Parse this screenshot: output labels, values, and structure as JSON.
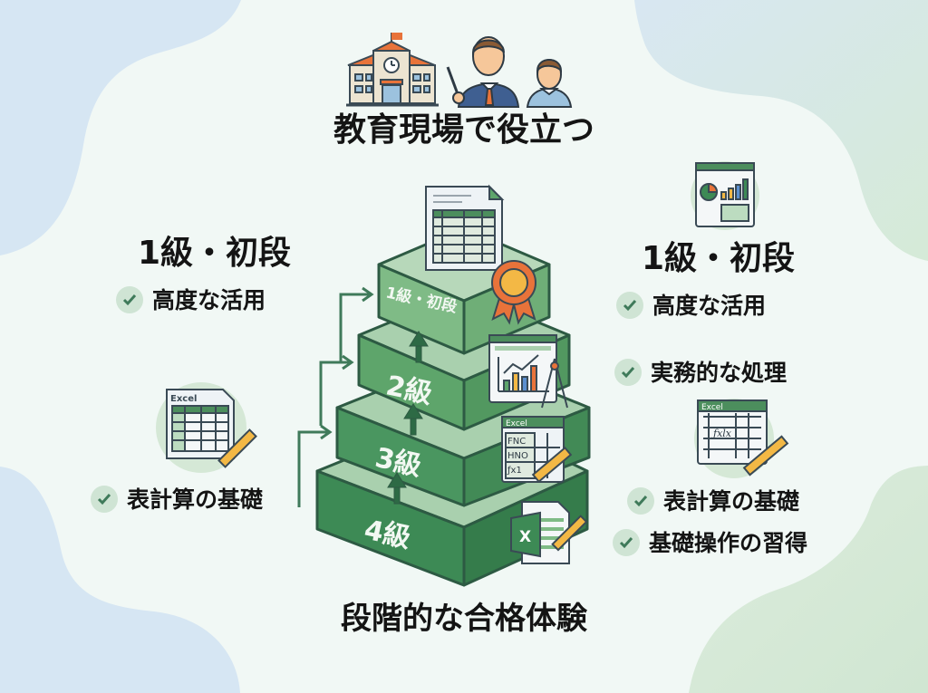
{
  "colors": {
    "background": "#f1f8f5",
    "blob_blue": "#d6e6f3",
    "blob_green": "#d5e8d6",
    "tier_front": "#3d8a55",
    "tier_top": "#a9d0ae",
    "tier1_front": "#7fbb86",
    "tier2_front": "#5ea56b",
    "outline": "#2d5a43",
    "check_bg": "#cfe4d4",
    "check_mark": "#3f7a5a",
    "accent_orange": "#e8733a",
    "accent_gold": "#f3b845"
  },
  "header": {
    "title": "教育現場で役立つ",
    "icons": [
      "school-building-icon",
      "teacher-icon",
      "student-icon"
    ]
  },
  "footer": {
    "title": "段階的な合格体験"
  },
  "pyramid": {
    "tiers": [
      {
        "level": 1,
        "label": "1級・初段",
        "icon": "spreadsheet-certificate-icon"
      },
      {
        "level": 2,
        "label": "2級",
        "icon": "chart-compass-icon"
      },
      {
        "level": 3,
        "label": "3級",
        "icon": "excel-function-sheet-icon",
        "sheet_title": "Excel",
        "cells": [
          "FNC",
          "HNO",
          "ƒx1"
        ]
      },
      {
        "level": 4,
        "label": "4級",
        "icon": "excel-file-pencil-icon",
        "badge": "X"
      }
    ]
  },
  "left_panel": {
    "heading": "1級・初段",
    "items": [
      {
        "label": "高度な活用"
      },
      {
        "label": "表計算の基礎"
      }
    ],
    "sheet_icon_title": "Excel"
  },
  "right_panel": {
    "heading": "1級・初段",
    "items": [
      {
        "label": "高度な活用"
      },
      {
        "label": "実務的な処理"
      },
      {
        "label": "表計算の基礎"
      },
      {
        "label": "基礎操作の習得"
      }
    ],
    "sheet_icon_title": "Excel",
    "formula_text": "ƒxlx"
  }
}
